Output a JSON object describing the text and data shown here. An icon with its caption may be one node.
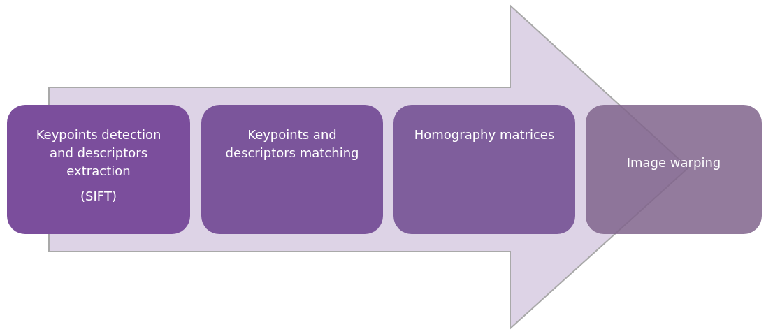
{
  "diagram": {
    "nodes": [
      {
        "text": [
          "Keypoints detection and descriptors extraction",
          "(SIFT)"
        ]
      },
      {
        "text": [
          "Keypoints and descriptors matching"
        ]
      },
      {
        "text": [
          "Homography matrices"
        ]
      },
      {
        "text": [
          "Image warping"
        ]
      }
    ],
    "edges": [
      {
        "from": 0,
        "to": 3,
        "arrow": "to"
      }
    ]
  }
}
